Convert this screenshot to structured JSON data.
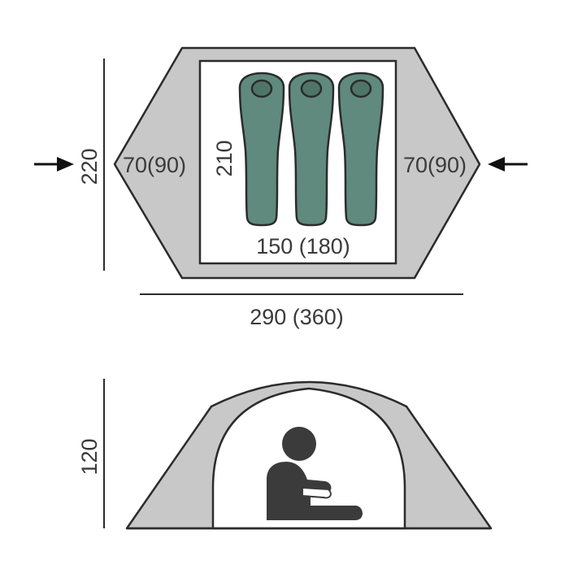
{
  "top_view": {
    "height_label": "220",
    "left_vestibule_label": "70(90)",
    "right_vestibule_label": "70(90)",
    "inner_length_label": "210",
    "inner_width_label": "150 (180)",
    "total_width_label": "290 (360)",
    "sleeping_bag_count": 3
  },
  "side_view": {
    "height_label": "120"
  },
  "colors": {
    "fly": "#c8c8c8",
    "outline": "#2b2b2b",
    "inner": "#ffffff",
    "sleeping_bag": "#5f8a7d",
    "sleeping_bag_hood": "#4d7568",
    "person": "#3b3b3b",
    "text": "#3a3a3a"
  },
  "icons": [
    "arrow-right-icon",
    "arrow-left-icon",
    "sleeping-bag-icon",
    "seated-person-icon"
  ]
}
